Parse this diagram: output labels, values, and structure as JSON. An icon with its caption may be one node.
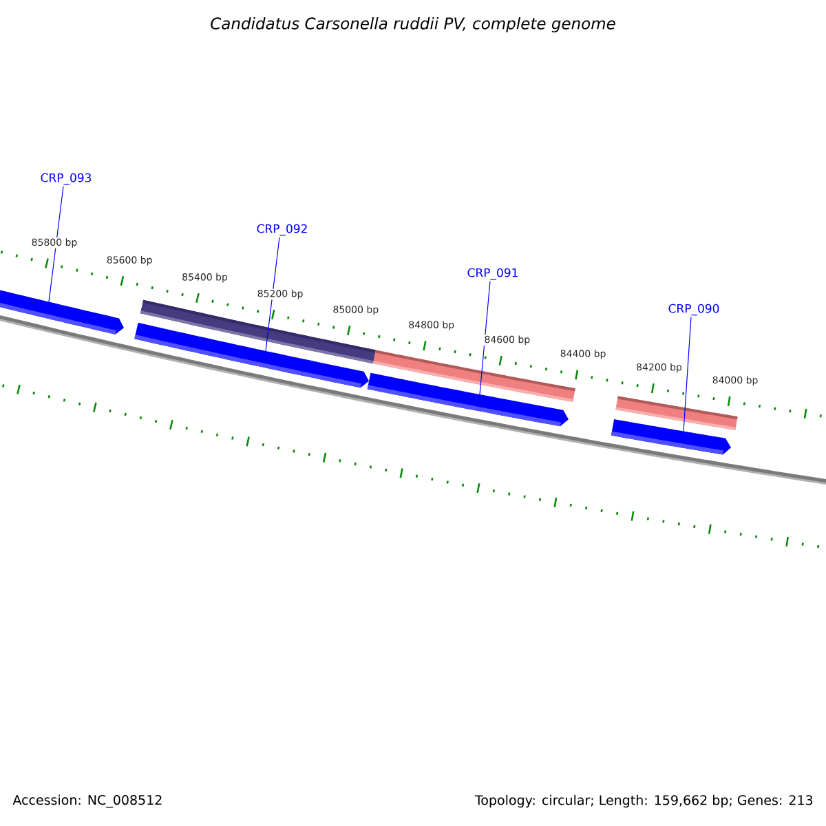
{
  "diagram": {
    "title": "Candidatus Carsonella ruddii PV, complete genome",
    "nodes": [
      {
        "text": [
          "CRP_093"
        ]
      },
      {
        "text": [
          "CRP_092"
        ]
      },
      {
        "text": [
          "CRP_091"
        ]
      },
      {
        "text": [
          "CRP_090"
        ]
      },
      {
        "text": [],
        "shape": "bar"
      },
      {
        "text": [],
        "shape": "bar"
      },
      {
        "text": [],
        "shape": "bar"
      },
      {
        "text": [],
        "shape": "bar"
      }
    ],
    "edges": [
      {
        "from": 0,
        "to": 4,
        "arrow": "none"
      },
      {
        "from": 1,
        "to": 5,
        "arrow": "none"
      },
      {
        "from": 2,
        "to": 6,
        "arrow": "none"
      },
      {
        "from": 3,
        "to": 7,
        "arrow": "none"
      }
    ],
    "labels": [
      "85800 bp",
      "85600 bp",
      "85400 bp",
      "85200 bp",
      "85000 bp",
      "84800 bp",
      "84600 bp",
      "84400 bp",
      "84200 bp",
      "84000 bp",
      "Accession: NC_008512",
      "Topology: circular; Length: 159,662 bp; Genes: 213"
    ]
  }
}
